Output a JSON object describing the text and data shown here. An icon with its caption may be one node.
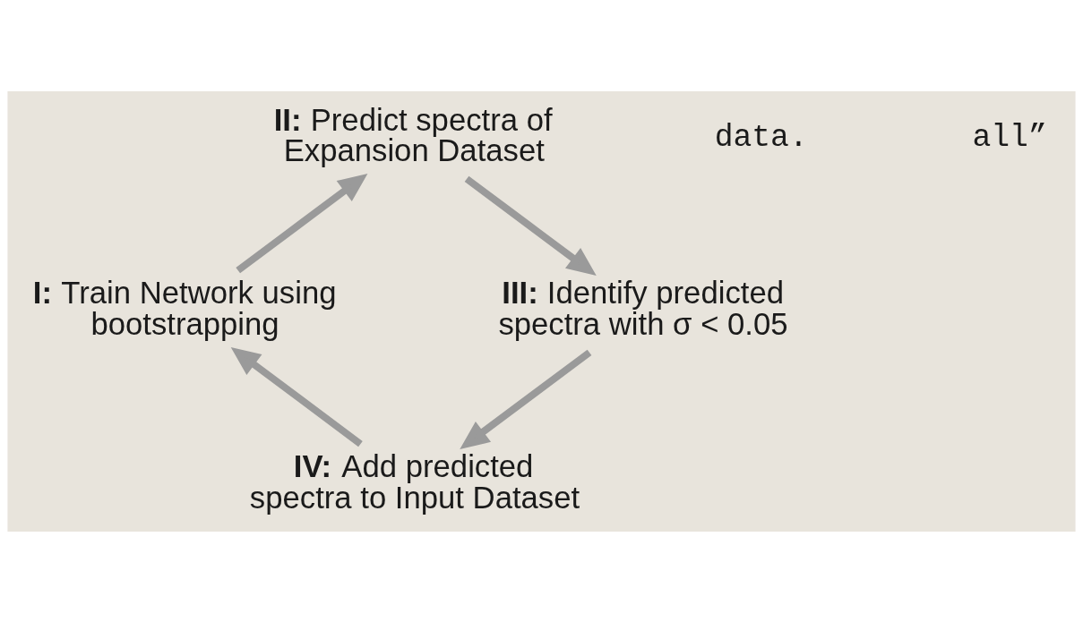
{
  "diagram": {
    "nodes": [
      {
        "text": [
          "**I:** Train Network using bootstrapping"
        ]
      },
      {
        "text": [
          "**II:** Predict spectra of Expansion Dataset"
        ]
      },
      {
        "text": [
          "**III:** Identify predicted spectra with σ < 0.05"
        ]
      },
      {
        "text": [
          "**IV:** Add predicted spectra to Input Dataset"
        ]
      }
    ],
    "edges": [
      {
        "from": 0,
        "to": 1,
        "arrow": "to"
      },
      {
        "from": 1,
        "to": 2,
        "arrow": "to"
      },
      {
        "from": 2,
        "to": 3,
        "arrow": "to"
      },
      {
        "from": 3,
        "to": 0,
        "arrow": "to"
      }
    ],
    "labels": [
      "data.",
      "all”"
    ]
  }
}
